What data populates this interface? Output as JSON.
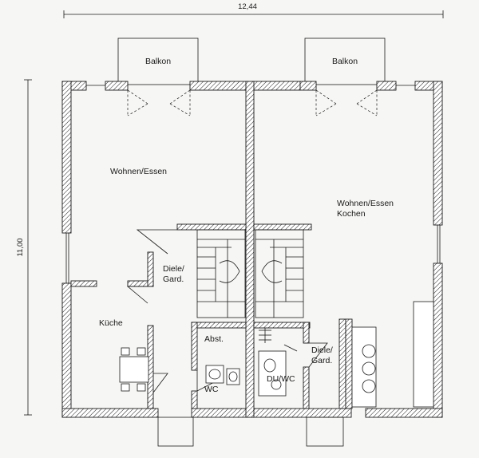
{
  "dimensions": {
    "width": "12,44",
    "height": "11,00"
  },
  "left_unit": {
    "balcony": "Balkon",
    "living": "Wohnen/Essen",
    "hall": "Diele/\nGard.",
    "kitchen": "Küche",
    "storage": "Abst.",
    "wc": "WC"
  },
  "right_unit": {
    "balcony": "Balkon",
    "living": "Wohnen/Essen\nKochen",
    "hall": "Diele/\nGard.",
    "shower_wc": "DU/WC"
  }
}
